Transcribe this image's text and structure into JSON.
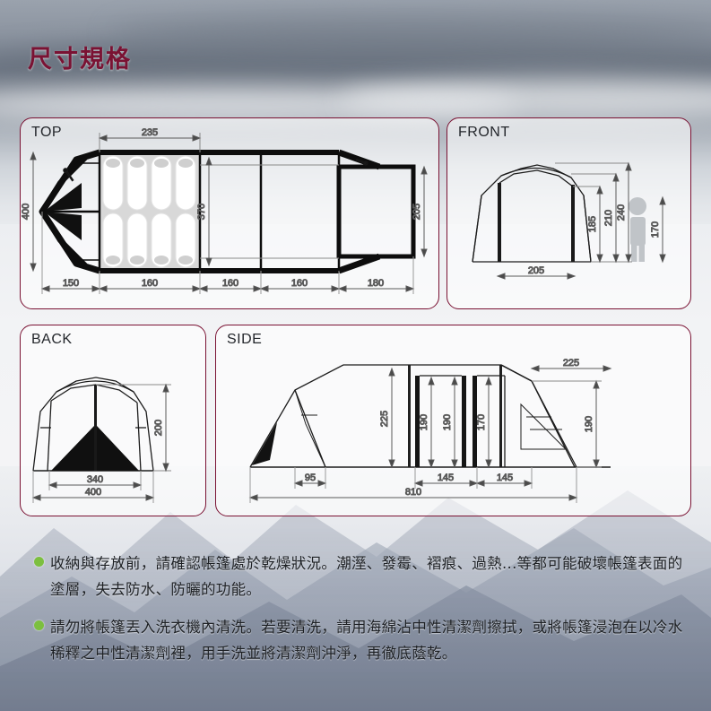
{
  "title": "尺寸規格",
  "accent_color": "#7a1233",
  "bullet_color": "#7cbf3f",
  "panels": {
    "top": {
      "label": "TOP"
    },
    "front": {
      "label": "FRONT"
    },
    "back": {
      "label": "BACK"
    },
    "side": {
      "label": "SIDE"
    }
  },
  "dimensions": {
    "top": {
      "width_235": "235",
      "height_400": "400",
      "height_370": "370",
      "height_205": "205",
      "seg_150": "150",
      "seg_160_a": "160",
      "seg_160_b": "160",
      "seg_160_c": "160",
      "seg_180": "180"
    },
    "front": {
      "h_185": "185",
      "h_210": "210",
      "h_240": "240",
      "w_205": "205",
      "person_170": "170"
    },
    "back": {
      "h_200": "200",
      "w_340": "340",
      "w_400": "400"
    },
    "side": {
      "h_225": "225",
      "h_190_a": "190",
      "h_190_b": "190",
      "h_170": "170",
      "h_190_c": "190",
      "w_95": "95",
      "w_145_a": "145",
      "w_145_b": "145",
      "w_225": "225",
      "w_810": "810"
    }
  },
  "notes": [
    "收納與存放前，請確認帳篷處於乾燥狀況。潮溼、發霉、褶痕、過熱...等都可能破壞帳篷表面的塗層，失去防水、防曬的功能。",
    "請勿將帳篷丟入洗衣機內清洗。若要清洗，請用海綿沾中性清潔劑擦拭，或將帳篷浸泡在以冷水稀釋之中性清潔劑裡，用手洗並將清潔劑沖淨，再徹底蔭乾。"
  ]
}
